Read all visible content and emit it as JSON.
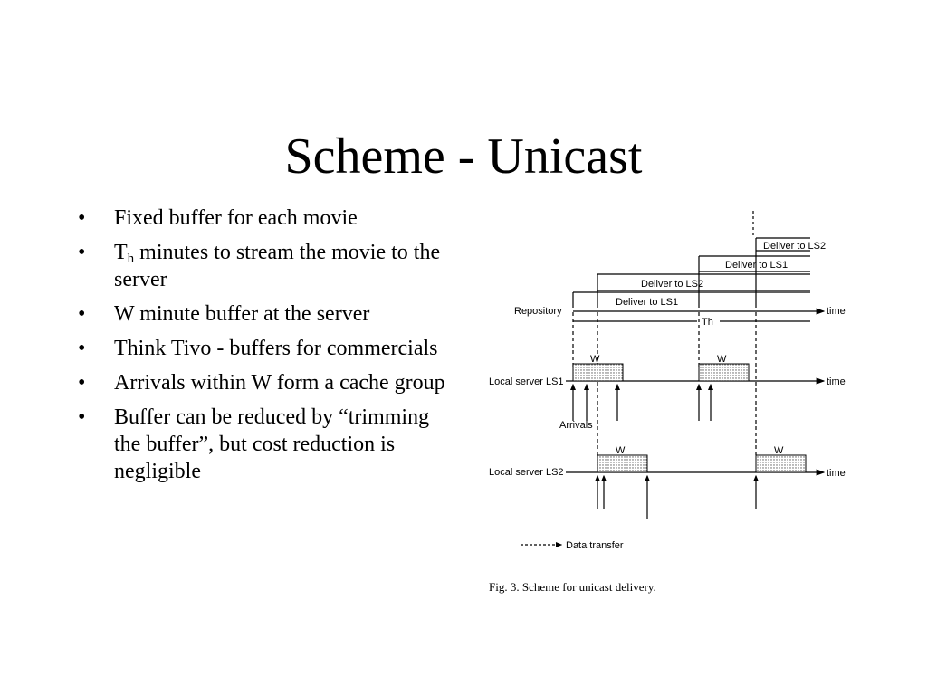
{
  "slide": {
    "title": "Scheme - Unicast",
    "bullets": [
      {
        "text": "Fixed buffer for each movie"
      },
      {
        "pre": "T",
        "sub": "h",
        "text": " minutes to stream the movie to the server"
      },
      {
        "text": "W minute buffer at the server"
      },
      {
        "text": "Think Tivo - buffers for commercials"
      },
      {
        "text": "Arrivals within W form a cache group"
      },
      {
        "text": "Buffer can be reduced by “trimming the buffer”, but cost reduction is negligible"
      }
    ]
  },
  "figure": {
    "deliver_ls2_top": "Deliver to LS2",
    "deliver_ls1_top": "Deliver to LS1",
    "deliver_ls2_mid": "Deliver to LS2",
    "deliver_ls1_mid": "Deliver to LS1",
    "repository": "Repository",
    "th": "Th",
    "time": "time",
    "w": "W",
    "local_ls1": "Local server LS1",
    "local_ls2": "Local server LS2",
    "arrivals": "Arrivals",
    "legend": "Data transfer",
    "caption": "Fig. 3.   Scheme for unicast delivery."
  }
}
